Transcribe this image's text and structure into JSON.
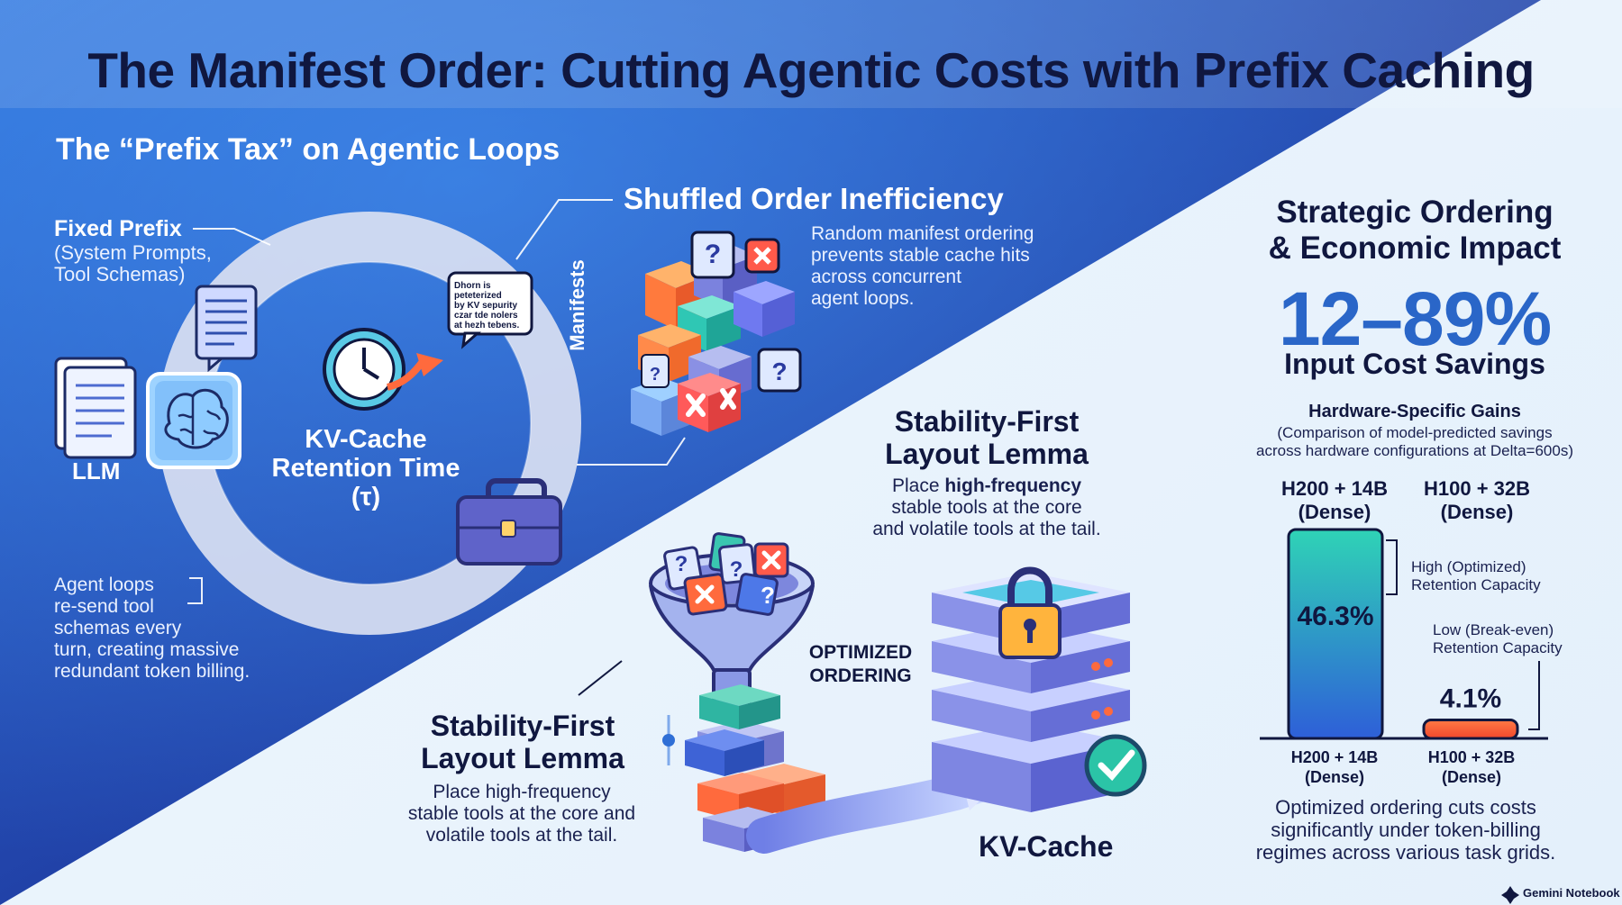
{
  "title": "The Manifest Order: Cutting Agentic Costs with Prefix Caching",
  "prefix_tax": {
    "heading": "The “Prefix Tax” on Agentic Loops",
    "fixed_prefix_label": "Fixed Prefix",
    "fixed_prefix_sub_1": "(System Prompts,",
    "fixed_prefix_sub_2": "Tool Schemas)",
    "llm_label": "LLM",
    "kv_line_1": "KV-Cache",
    "kv_line_2": "Retention Time",
    "kv_line_3": "(τ)",
    "bubble_lines": [
      "Dhorn is",
      "peteterized",
      "by KV sepurity",
      "czar tde nolers",
      "at hezh tebens."
    ],
    "loop_note": [
      "Agent loops",
      "re-send tool",
      "schemas every",
      "turn, creating massive",
      "redundant token billing."
    ]
  },
  "shuffled": {
    "heading": "Shuffled Order Inefficiency",
    "body": [
      "Random manifest ordering",
      "prevents stable cache hits",
      "across concurrent",
      "agent loops."
    ],
    "manifests_label": "Manifests"
  },
  "lemma_top": {
    "heading_1": "Stability-First",
    "heading_2": "Layout Lemma",
    "body_pre": "Place ",
    "body_bold": "high-frequency",
    "body_line_2": "stable tools at the core",
    "body_line_3": "and volatile tools at the tail."
  },
  "lemma_bottom": {
    "heading_1": "Stability-First",
    "heading_2": "Layout Lemma",
    "body": [
      "Place high-frequency",
      "stable tools at the core and",
      "volatile tools at the tail."
    ]
  },
  "optimized_label_1": "OPTIMIZED",
  "optimized_label_2": "ORDERING",
  "kv_cache_label": "KV-Cache",
  "impact": {
    "heading_1": "Strategic Ordering",
    "heading_2": "& Economic Impact",
    "savings_range": "12–89%",
    "savings_label": "Input Cost Savings",
    "hw_heading": "Hardware-Specific Gains",
    "hw_sub_1": "(Comparison of model-predicted savings",
    "hw_sub_2": "across hardware configurations at Delta=600s)",
    "footer": [
      "Optimized ordering cuts costs",
      "significantly under token-billing",
      "regimes across various task grids."
    ]
  },
  "chart_data": {
    "type": "bar",
    "title": "Hardware-Specific Gains",
    "categories": [
      "H200 + 14B (Dense)",
      "H100 + 32B (Dense)"
    ],
    "series": [
      {
        "values": [
          46.3,
          4.1
        ]
      }
    ],
    "value_labels": [
      "46.3%",
      "4.1%"
    ],
    "category_top": [
      [
        "H200 + 14B",
        "(Dense)"
      ],
      [
        "H100 + 32B",
        "(Dense)"
      ]
    ],
    "category_bottom": [
      [
        "H200 + 14B",
        "(Dense)"
      ],
      [
        "H100 + 32B",
        "(Dense)"
      ]
    ],
    "annotations": [
      [
        "High (Optimized)",
        "Retention Capacity"
      ],
      [
        "Low (Break-even)",
        "Retention Capacity"
      ]
    ],
    "ylim": [
      0,
      46.3
    ],
    "colors": [
      "#27c7b4",
      "#2e63d6",
      "#ff6a3d"
    ],
    "grid": false,
    "legend": "none"
  },
  "brand": "Gemini Notebook",
  "colors": {
    "navy": "#10173f",
    "accent_blue": "#2a66c8",
    "deep_bg": "#1b2f8a",
    "orange": "#ff6a3d",
    "teal": "#27c7b4"
  }
}
